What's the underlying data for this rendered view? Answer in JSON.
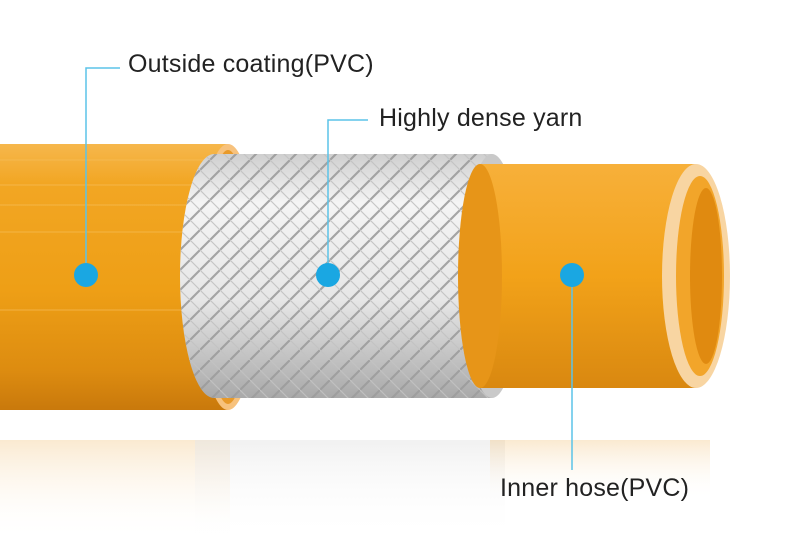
{
  "labels": {
    "outside_coating": "Outside coating(PVC)",
    "dense_yarn": "Highly dense yarn",
    "inner_hose": "Inner hose(PVC)"
  },
  "colors": {
    "hose_orange": "#F0A319",
    "hose_orange_dark": "#C97D0E",
    "yarn_white": "#F1F1F1",
    "yarn_shadow": "#B9B9B9",
    "marker_blue": "#1AA7E2",
    "leader_line": "#5BC3E8"
  }
}
